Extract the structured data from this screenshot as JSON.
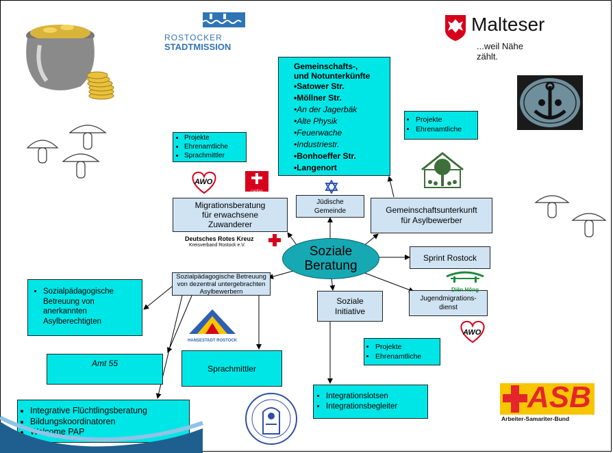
{
  "center": {
    "line1": "Soziale",
    "line2": "Beratung"
  },
  "boxes": {
    "unterkuenfte": {
      "heading1": "Gemeinschafts-,",
      "heading2": "und Notunterkünfte",
      "items": [
        {
          "text": "Satower Str.",
          "style": "bold"
        },
        {
          "text": "Möllner Str.",
          "style": "bold"
        },
        {
          "text": "An der Jagerbäk",
          "style": "italic"
        },
        {
          "text": "Alte Physik",
          "style": "italic"
        },
        {
          "text": "Feuerwache",
          "style": "italic"
        },
        {
          "text": "Industriestr.",
          "style": "italic"
        },
        {
          "text": "Bonhoeffer Str.",
          "style": "bold"
        },
        {
          "text": "Langenort",
          "style": "bold"
        }
      ]
    },
    "projekte_left": [
      "Projekte",
      "Ehrenamtliche",
      "Sprachmittler"
    ],
    "projekte_right": [
      "Projekte",
      "Ehrenamtliche"
    ],
    "projekte_bottom": [
      "Projekte",
      "Ehrenamtliche"
    ],
    "migrationsberatung": {
      "line1": "Migrationsberatung",
      "line2": "für erwachsene",
      "line3": "Zuwanderer"
    },
    "juedische": {
      "line1": "Jüdische",
      "line2": "Gemeinde"
    },
    "gemeinschaftsunterkunft": {
      "line1": "Gemeinschaftsunterkunft",
      "line2": "für Asylbewerber"
    },
    "sprint": "Sprint Rostock",
    "jugendmigration": {
      "line1": "Jugendmigrations-",
      "line2": "dienst"
    },
    "soziale_initiative": {
      "line1": "Soziale",
      "line2": "Initiative"
    },
    "sozpaed_betreuung": {
      "line1": "Sozialpädagogische Betreuung",
      "line2": "von dezentral untergebrachten",
      "line3": "Asylbewerbern"
    },
    "sozpaed_anerkannt": [
      "Sozialpädagogische Betreuung von anerkannten Asylberechtigten"
    ],
    "amt55": "Amt 55",
    "sprachmittler": "Sprachmittler",
    "integrationslotsen": [
      "Integrationslotsen",
      "Integrationsbegleiter"
    ],
    "integrative": [
      "Integrative Flüchtlingsberatung",
      "Bildungskoordinatoren",
      "Welcome PAP"
    ]
  },
  "logos": {
    "stadtmission_line1": "ROSTOCKER",
    "stadtmission_line2": "STADTMISSION",
    "malteser_name": "Malteser",
    "malteser_slogan": "...weil Nähe zählt.",
    "drk_line1": "Deutsches Rotes Kreuz",
    "drk_line2": "Kreisverband Rostock e.V.",
    "awo": "AWO",
    "caritas": "caritas",
    "dienhong": "Diên Hông",
    "asb_name": "ASB",
    "asb_sub": "Arbeiter-Samariter-Bund",
    "hansestadt": "HANSESTADT ROSTOCK"
  },
  "colors": {
    "cyan": "#00e6e6",
    "light_blue": "#cfe3f3",
    "center_fill": "#16a9b4",
    "asb_red": "#e4262c",
    "asb_yellow": "#f7c600",
    "malteser_red": "#d6001c"
  }
}
